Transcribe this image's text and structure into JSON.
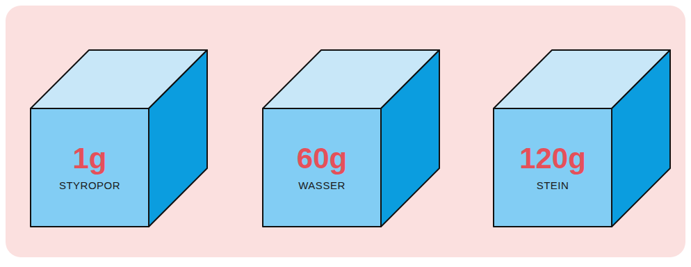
{
  "diagram": {
    "nodes": [
      {
        "text": [
          "1g",
          "STYROPOR"
        ]
      },
      {
        "text": [
          "60g",
          "WASSER"
        ]
      },
      {
        "text": [
          "120g",
          "STEIN"
        ]
      }
    ]
  }
}
